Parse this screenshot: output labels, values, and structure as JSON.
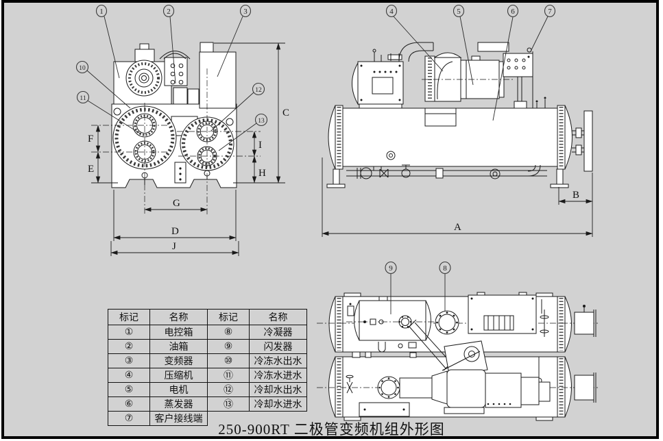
{
  "title": "250-900RT 二极管变频机组外形图",
  "parts_table": {
    "headers": [
      "标记",
      "名称",
      "标记",
      "名称"
    ],
    "rows": [
      [
        "①",
        "电控箱",
        "⑧",
        "冷凝器"
      ],
      [
        "②",
        "油箱",
        "⑨",
        "闪发器"
      ],
      [
        "③",
        "变频器",
        "⑩",
        "冷冻水出水"
      ],
      [
        "④",
        "压缩机",
        "⑪",
        "冷冻水进水"
      ],
      [
        "⑤",
        "电机",
        "⑫",
        "冷却水出水"
      ],
      [
        "⑥",
        "蒸发器",
        "⑬",
        "冷却水进水"
      ],
      [
        "⑦",
        "客户接线端",
        "",
        ""
      ]
    ]
  },
  "callouts": {
    "c1": "1",
    "c2": "2",
    "c3": "3",
    "c4": "4",
    "c5": "5",
    "c6": "6",
    "c7": "7",
    "c8": "8",
    "c9": "9",
    "c10": "10",
    "c11": "11",
    "c12": "12",
    "c13": "13"
  },
  "dimensions": {
    "A": "A",
    "B": "B",
    "C": "C",
    "D": "D",
    "E": "E",
    "F": "F",
    "G": "G",
    "H": "H",
    "I": "I",
    "J": "J"
  },
  "colors": {
    "background": "#d2d2d2",
    "line": "#1a1a1a",
    "frame": "#000000"
  }
}
